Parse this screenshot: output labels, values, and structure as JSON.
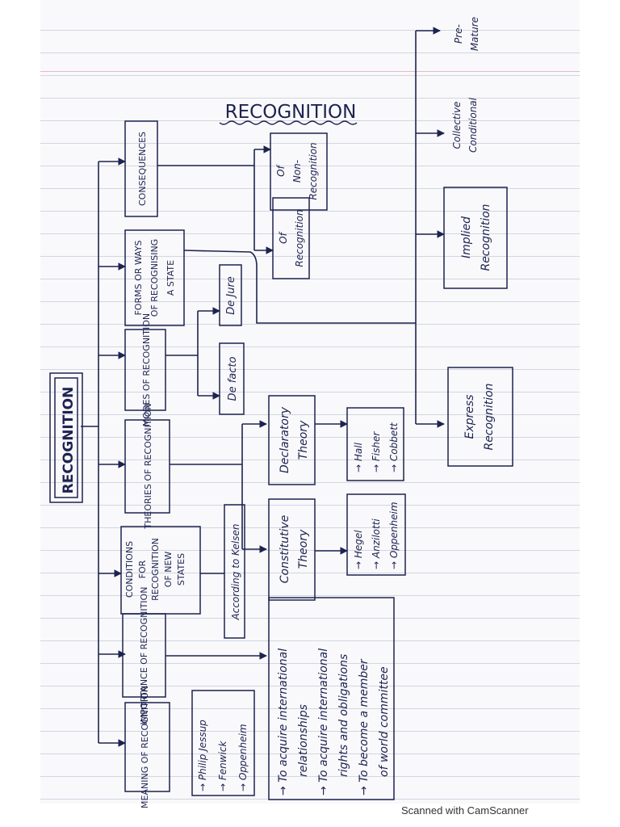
{
  "title": "RECOGNITION",
  "heading": "RECOGNITION",
  "branches": {
    "meaning": "MEANING OF RECOGNITION",
    "importance": "IMPORTANCE OF RECOGNITION",
    "conditions": [
      "CONDITIONS",
      "FOR",
      "RECOGNITION",
      "OF NEW",
      "STATES"
    ],
    "theories": "THEORIES OF RECOGNITION",
    "modes": "MODES OF RECOGNITION",
    "forms": [
      "FORMS OR WAYS",
      "OF RECOGNISING",
      "A STATE"
    ],
    "consequences": "CONSEQUENCES"
  },
  "meaning_authors": [
    "→ Philip Jessup",
    "→ Fenwick",
    "→ Oppenheim"
  ],
  "importance_points": [
    "→ To acquire international",
    "relationships",
    "→ To acquire international",
    "rights and obligations",
    "→ To become a member",
    "of world committee"
  ],
  "according_to": "According to Kelsen",
  "theories": {
    "constitutive": [
      "Constitutive",
      "Theory"
    ],
    "declaratory": [
      "Declaratory",
      "Theory"
    ]
  },
  "constitutive_authors": [
    "→ Hegel",
    "→ Anzilotti",
    "→ Oppenheim"
  ],
  "declaratory_authors": [
    "→ Hall",
    "→ Fisher",
    "→ Cobbett"
  ],
  "modes": {
    "de_facto": "De facto",
    "de_jure": "De Jure"
  },
  "consequences": {
    "of_recognition": [
      "Of",
      "Recognition"
    ],
    "of_non_recognition": [
      "Of",
      "Non-",
      "Recognition"
    ]
  },
  "forms": {
    "express": [
      "Express",
      "Recognition"
    ],
    "implied": [
      "Implied",
      "Recognition"
    ],
    "collective": [
      "Collective",
      "Conditional"
    ],
    "premature": [
      "Pre-",
      "Mature"
    ]
  },
  "footer": "Scanned with CamScanner"
}
